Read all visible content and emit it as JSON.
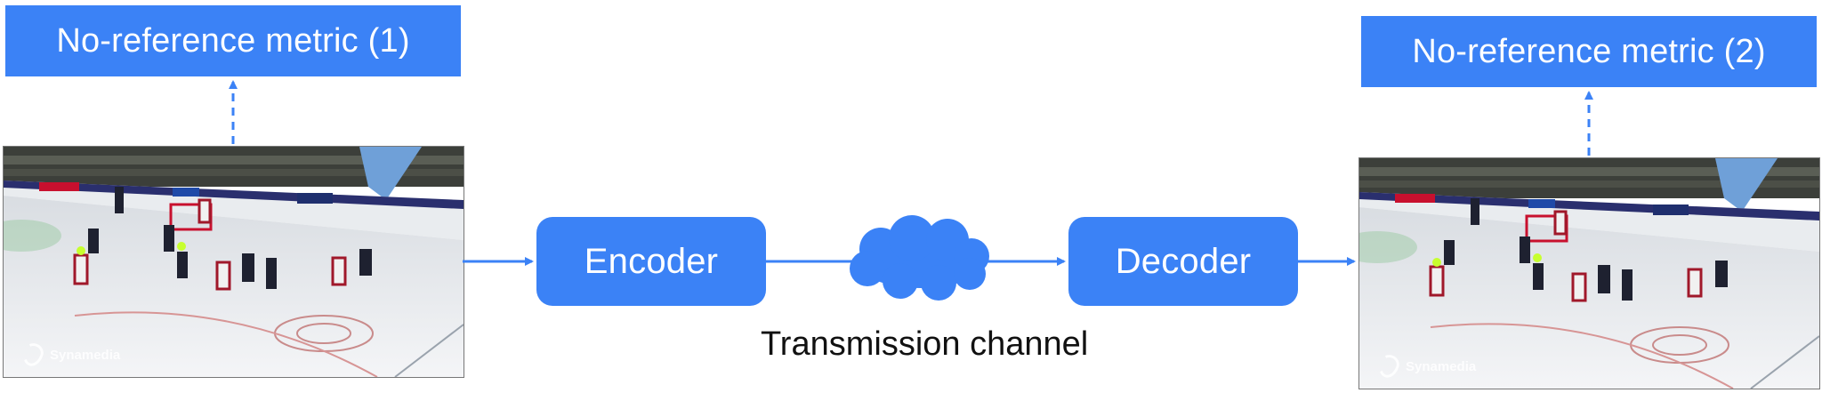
{
  "metric1": {
    "label": "No-reference metric (1)"
  },
  "metric2": {
    "label": "No-reference metric (2)"
  },
  "encoder": {
    "label": "Encoder"
  },
  "decoder": {
    "label": "Decoder"
  },
  "channel": {
    "label": "Transmission channel"
  },
  "watermark": {
    "text": "Synamedia"
  },
  "colors": {
    "accent": "#3b82f6",
    "arrow": "#3b82f6"
  }
}
